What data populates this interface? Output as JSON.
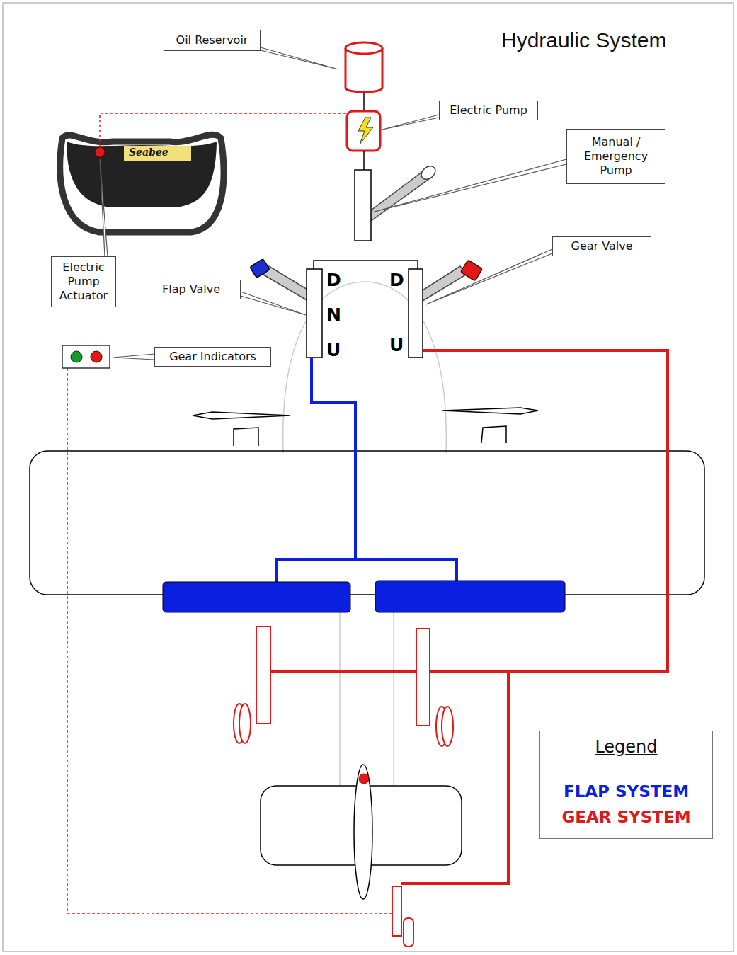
{
  "diagram": {
    "title": "Hydraulic System",
    "nodes": [
      {
        "text": [
          "Oil Reservoir"
        ]
      },
      {
        "text": [
          "Electric Pump"
        ]
      },
      {
        "text": [
          "Manual / Emergency Pump"
        ]
      },
      {
        "text": [
          "Gear Valve"
        ]
      },
      {
        "text": [
          "Electric Pump Actuator"
        ]
      },
      {
        "text": [
          "Flap Valve"
        ]
      },
      {
        "text": [
          "Gear Indicators"
        ]
      }
    ],
    "labels": [
      "Seabee",
      "D",
      "N",
      "U",
      "D",
      "U",
      "Legend"
    ],
    "legend": [
      {
        "text": "FLAP SYSTEM",
        "color": "#0a1fe0"
      },
      {
        "text": "GEAR SYSTEM",
        "color": "#e01818"
      }
    ]
  }
}
